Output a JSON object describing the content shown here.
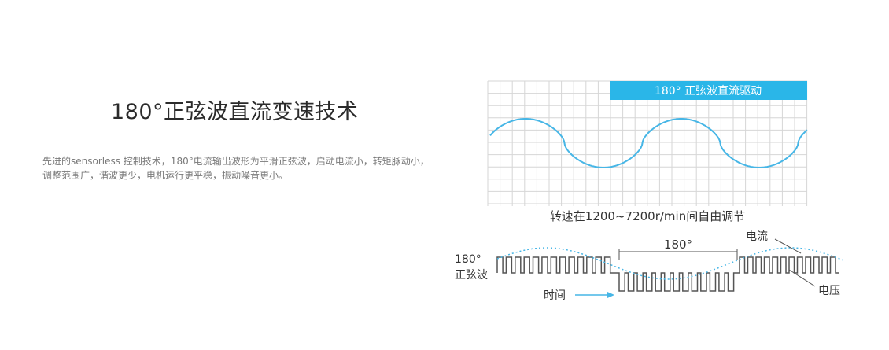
{
  "heading": "180°正弦波直流变速技术",
  "description": "先进的sensorless 控制技术，180°电流输出波形为平滑正弦波，启动电流小，转矩脉动小，调整范围广，谐波更少，电机运行更平稳，振动噪音更小。",
  "upper_chart": {
    "banner": "180° 正弦波直流驱动",
    "caption": "转速在1200~7200r/min间自由调节",
    "colors": {
      "wave": "#47b6e6",
      "banner_bg": "#2ab6e8",
      "grid": "#d6d6d6"
    }
  },
  "lower_chart": {
    "left_label_1": "180°",
    "left_label_2": "正弦波",
    "span_label": "180°",
    "current_label": "电流",
    "voltage_label": "电压",
    "time_label": "时间",
    "colors": {
      "pwm": "#555555",
      "sine": "#47b6e6",
      "arrow": "#47b6e6"
    }
  }
}
